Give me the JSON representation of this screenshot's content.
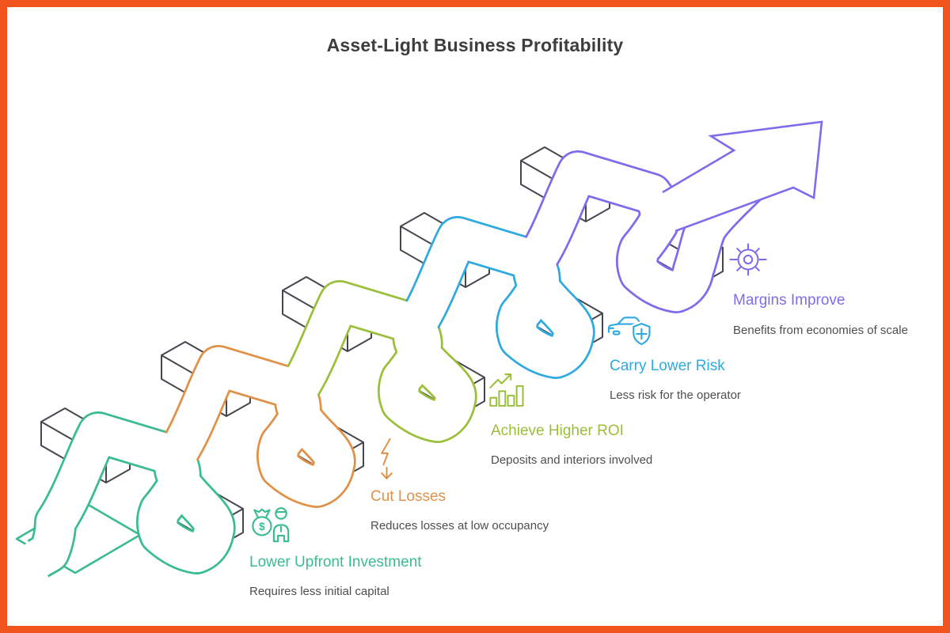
{
  "frame": {
    "border_color": "#f2541d"
  },
  "title": {
    "text": "Asset-Light Business Profitability",
    "color": "#3d3d3d"
  },
  "diagram": {
    "block_outline_color": "#46464f",
    "description_color": "#4e4e4e",
    "arrow_color": "#7d6ceb",
    "stages": [
      {
        "label": "Lower Upfront Investment",
        "description": "Requires less initial capital",
        "color": "#3bbc8c",
        "icon": "money-person-icon"
      },
      {
        "label": "Cut Losses",
        "description": "Reduces losses at low occupancy",
        "color": "#e09148",
        "icon": "lightning-down-icon"
      },
      {
        "label": "Achieve Higher ROI",
        "description": "Deposits and interiors involved",
        "color": "#9bbf3b",
        "icon": "bar-chart-growth-icon"
      },
      {
        "label": "Carry Lower Risk",
        "description": "Less risk for the operator",
        "color": "#2fa9e0",
        "icon": "car-shield-icon"
      },
      {
        "label": "Margins Improve",
        "description": "Benefits from economies of scale",
        "color": "#7d6ceb",
        "icon": "wheel-icon"
      }
    ]
  }
}
